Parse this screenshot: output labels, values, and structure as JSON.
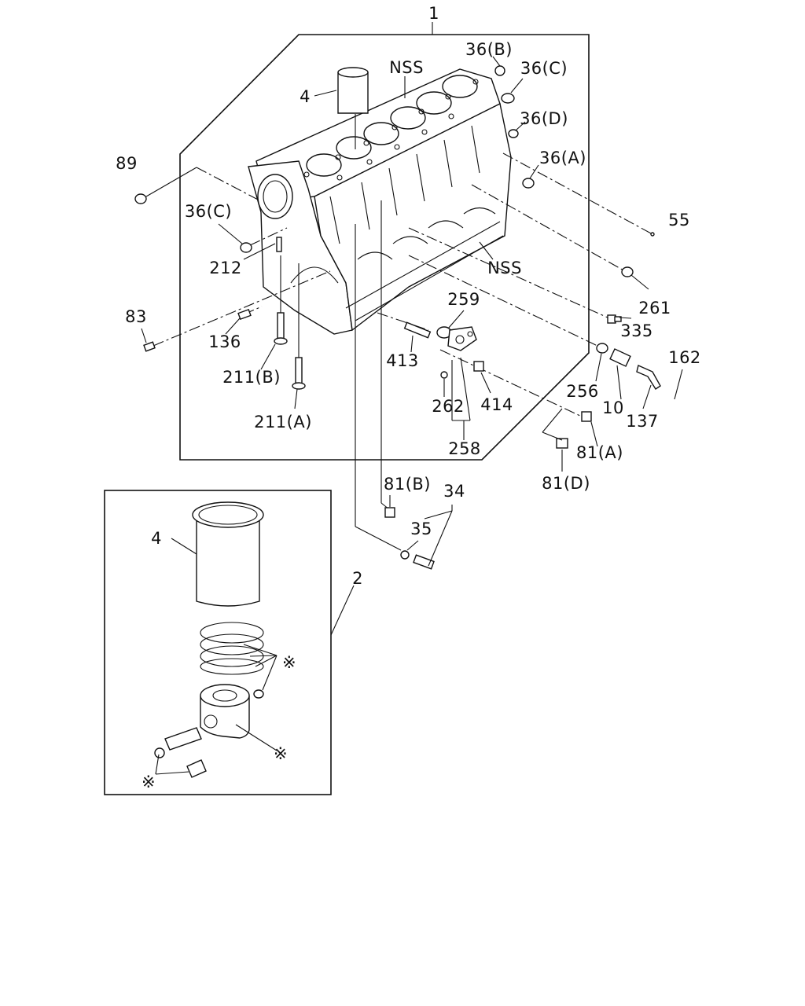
{
  "labels": {
    "l1": "1",
    "l2": "2",
    "l4a": "4",
    "l4b": "4",
    "nss1": "NSS",
    "nss2": "NSS",
    "l36b": "36(B)",
    "l36c1": "36(C)",
    "l36d": "36(D)",
    "l36a": "36(A)",
    "l36c2": "36(C)",
    "l89": "89",
    "l55": "55",
    "l212": "212",
    "l261": "261",
    "l335": "335",
    "l83": "83",
    "l136": "136",
    "l259": "259",
    "l211b": "211(B)",
    "l413": "413",
    "l256": "256",
    "l162": "162",
    "l211a": "211(A)",
    "l262": "262",
    "l414": "414",
    "l10": "10",
    "l137": "137",
    "l258": "258",
    "l81a": "81(A)",
    "l81d": "81(D)",
    "l81b": "81(B)",
    "l34": "34",
    "l35": "35",
    "star1": "※",
    "star2": "※",
    "star3": "※"
  }
}
